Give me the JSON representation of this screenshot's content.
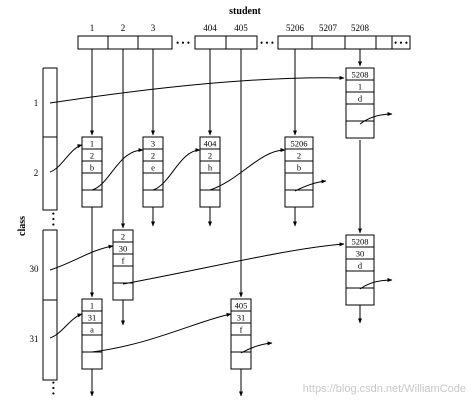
{
  "student_label": "student",
  "class_label": "class",
  "watermark": "https://blog.csdn.net/WilliamCode",
  "student_index": [
    "1",
    "2",
    "3",
    "404",
    "405",
    "5206",
    "5207",
    "5208"
  ],
  "class_index": [
    "1",
    "2",
    "30",
    "31"
  ],
  "records": [
    {
      "id": "r-1-2-b",
      "fields": [
        "1",
        "2",
        "b"
      ]
    },
    {
      "id": "r-3-2-e",
      "fields": [
        "3",
        "2",
        "e"
      ]
    },
    {
      "id": "r-404-2-h",
      "fields": [
        "404",
        "2",
        "h"
      ]
    },
    {
      "id": "r-5206-2-b",
      "fields": [
        "5206",
        "2",
        "b"
      ]
    },
    {
      "id": "r-5208-1-d",
      "fields": [
        "5208",
        "1",
        "d"
      ]
    },
    {
      "id": "r-2-30-f",
      "fields": [
        "2",
        "30",
        "f"
      ]
    },
    {
      "id": "r-5208-30-d",
      "fields": [
        "5208",
        "30",
        "d"
      ]
    },
    {
      "id": "r-1-31-a",
      "fields": [
        "1",
        "31",
        "a"
      ]
    },
    {
      "id": "r-405-31-f",
      "fields": [
        "405",
        "31",
        "f"
      ]
    }
  ]
}
